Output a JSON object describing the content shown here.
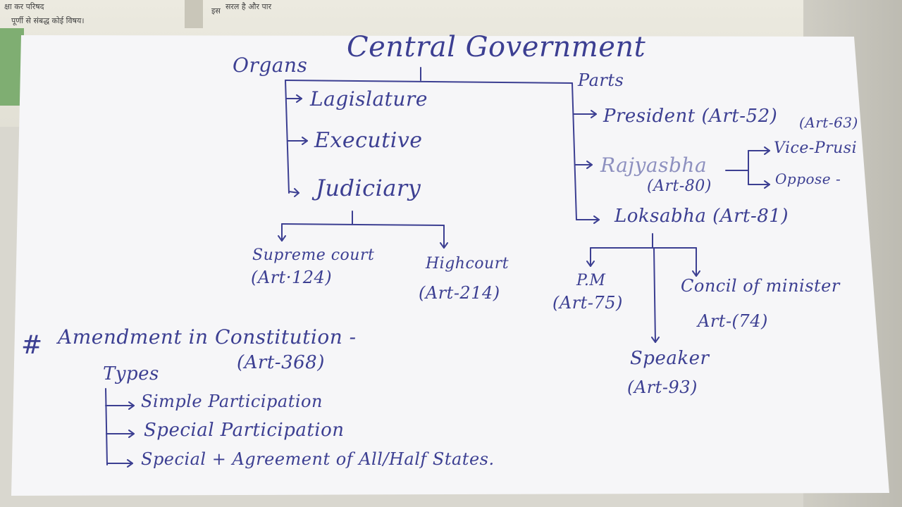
{
  "book": {
    "lines": [
      "क्षा कर परिषद",
      "पूर्णी से संबद्ध कोई विषय।",
      "इस ",
      "सरल है और पार"
    ]
  },
  "title": "Central Government",
  "organs": {
    "label": "Organs",
    "items": [
      "Lagislature",
      "Executive",
      "Judiciary"
    ]
  },
  "judiciary": {
    "supreme": {
      "name": "Supreme court",
      "art": "(Art·124)"
    },
    "high": {
      "name": "Highcourt",
      "art": "(Art-214)"
    }
  },
  "parts": {
    "label": "Parts",
    "president": "President (Art-52)",
    "art63": "(Art-63)",
    "rajyasabha": "Rajyasbha",
    "rajyasabha_art": "(Art-80)",
    "vice": "Vice-Prusi",
    "oppose": "Oppose -",
    "loksabha": "Loksabha (Art-81)"
  },
  "loksabha_branches": {
    "pm": {
      "name": "P.M",
      "art": "(Art-75)"
    },
    "council": {
      "name": "Concil of minister",
      "art": "Art-(74)"
    },
    "speaker": {
      "name": "Speaker",
      "art": "(Art-93)"
    }
  },
  "amendment": {
    "hash": "#",
    "title": "Amendment in Constitution -",
    "art": "(Art-368)",
    "types_label": "Types",
    "types": [
      "Simple Participation",
      "Special Participation",
      "Special + Agreement of All/Half States."
    ]
  },
  "colors": {
    "ink": "#3c3f92",
    "paper": "#f6f6f8"
  }
}
